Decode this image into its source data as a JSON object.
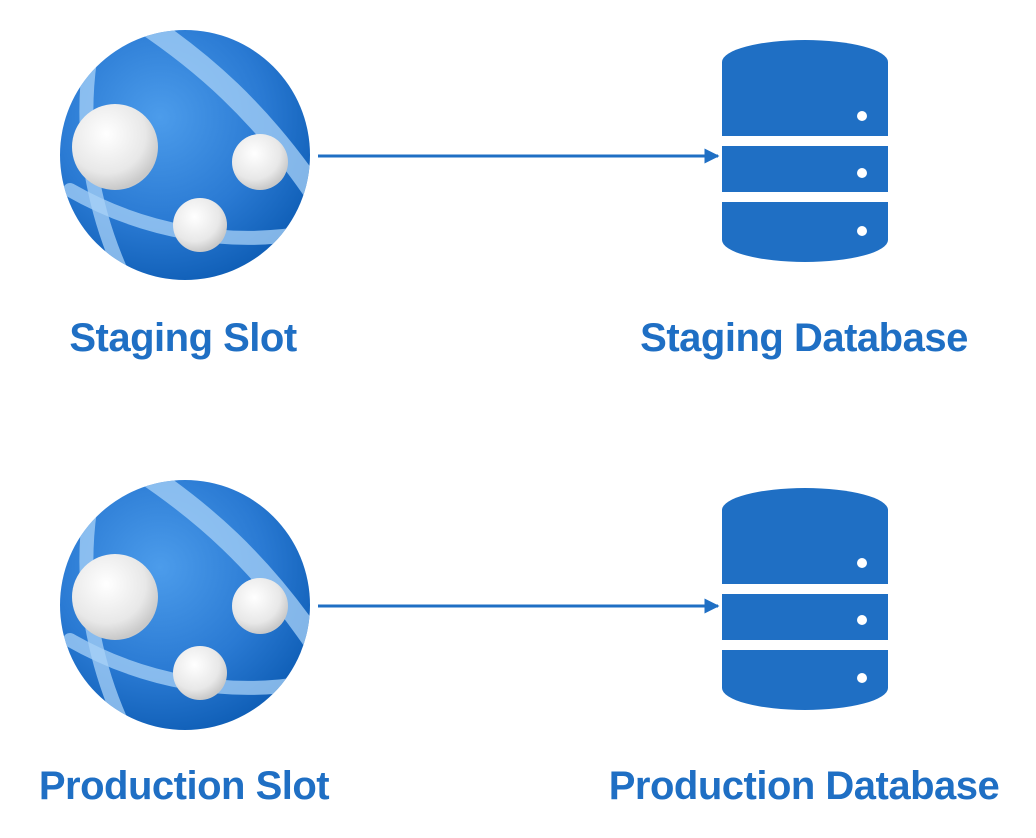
{
  "colors": {
    "accent": "#1F6FC4",
    "label": "#1F6FC4",
    "globe_dark": "#0F5FB8",
    "globe_light": "#5AA7F0",
    "database": "#1F6FC4",
    "node": "#E6E6E6"
  },
  "icons": {
    "app_service": "app-service-globe-icon",
    "database": "database-cylinder-icon"
  },
  "rows": [
    {
      "slot_label": "Staging Slot",
      "database_label": "Staging Database"
    },
    {
      "slot_label": "Production Slot",
      "database_label": "Production Database"
    }
  ]
}
